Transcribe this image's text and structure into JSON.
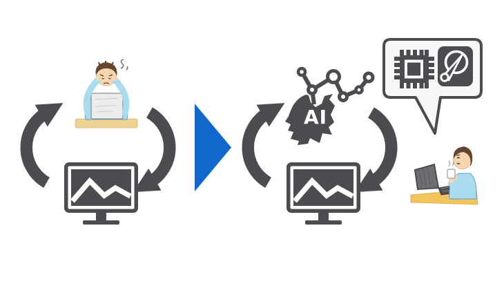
{
  "diagram": {
    "type": "before-after-illustration",
    "ai_head": {
      "label": "AI"
    }
  },
  "colors": {
    "dark_gray": "#4D4B4F",
    "arrow_blue": "#1167CB",
    "bubble_bg": "#F8F8F8",
    "shirt_blue": "#A9DCEE",
    "shirt_outline": "#5E9FBE",
    "skin": "#F6D6AF",
    "hair_brown": "#66452F",
    "desk_tan": "#EFD193",
    "desk_yellow": "#F3C35C",
    "laptop_light": "#ECECEC",
    "laptop_dark": "#6E6E72",
    "white": "#FFFFFF"
  },
  "icons": {
    "left_person": "stressed-person-at-laptop",
    "left_cycle": "circular-arrows-cycle",
    "left_monitor": "monitor-with-line-chart",
    "transition": "blue-right-arrow",
    "ai": "ai-head-with-node-network",
    "right_cycle": "circular-arrows-cycle",
    "right_monitor": "monitor-with-line-chart",
    "bubble_icon_1": "cpu-chip",
    "bubble_icon_2": "hard-disk-gauge",
    "right_person": "relaxed-person-with-coffee"
  }
}
